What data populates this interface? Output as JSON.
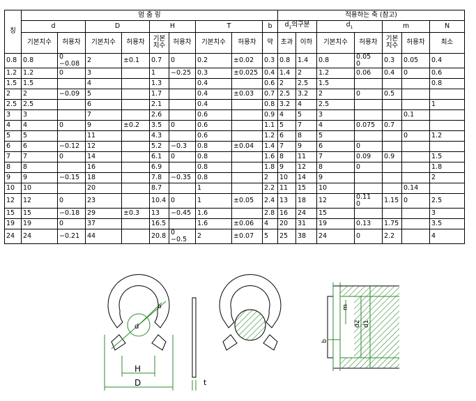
{
  "header": {
    "title_ring": "멈 춤 링",
    "title_shaft": "적용하는 축 (참고)",
    "nominal": "칭",
    "d": "d",
    "D": "D",
    "H": "H",
    "T": "T",
    "b": "b",
    "d1_group_pre": "d",
    "d1_group_sub": "1",
    "d1_group_post": "의구분",
    "d2_pre": "d",
    "d2_sub": "1",
    "m": "m",
    "N": "N",
    "basic": "기본치수",
    "tolerance": "허용차",
    "basic_short": "기본 치수",
    "approx": "약",
    "over": "초과",
    "under": "이하",
    "min": "최소"
  },
  "rows": [
    [
      "0.8",
      "0.8",
      "0\n−0.08",
      "2",
      "±0.1",
      "0.7",
      "0",
      "0.2",
      "±0.02",
      "0.3",
      "0.8",
      "1.4",
      "0.8",
      "0.05\n0",
      "0.3",
      "0.05",
      "0.4"
    ],
    [
      "1.2",
      "1.2",
      "0",
      "3",
      "",
      "1",
      "−0.25",
      "0.3",
      "±0.025",
      "0.4",
      "1.4",
      "2",
      "1.2",
      "0.06",
      "0.4",
      "0",
      "0.6"
    ],
    [
      "1.5",
      "1.5",
      "",
      "4",
      "",
      "1.3",
      "",
      "0.4",
      "",
      "0.6",
      "2",
      "2.5",
      "1.5",
      "",
      "",
      "",
      "0.8"
    ],
    [
      "2",
      "2",
      "−0.09",
      "5",
      "",
      "1.7",
      "",
      "0.4",
      "±0.03",
      "0.7",
      "2.5",
      "3.2",
      "2",
      "0",
      "0.5",
      "",
      ""
    ],
    [
      "2.5",
      "2.5",
      "",
      "6",
      "",
      "2.1",
      "",
      "0.4",
      "",
      "0.8",
      "3.2",
      "4",
      "2.5",
      "",
      "",
      "",
      "1"
    ],
    [
      "3",
      "3",
      "",
      "7",
      "",
      "2.6",
      "",
      "0.6",
      "",
      "0.9",
      "4",
      "5",
      "3",
      "",
      "",
      "0.1",
      ""
    ],
    [
      "4",
      "4",
      "0",
      "9",
      "±0.2",
      "3.5",
      "0",
      "0.6",
      "",
      "1.1",
      "5",
      "7",
      "4",
      "0.075",
      "0.7",
      "",
      ""
    ],
    [
      "5",
      "5",
      "",
      "11",
      "",
      "4.3",
      "",
      "0.6",
      "",
      "1.2",
      "6",
      "8",
      "5",
      "",
      "",
      "0",
      "1.2"
    ],
    [
      "6",
      "6",
      "−0.12",
      "12",
      "",
      "5.2",
      "−0.3",
      "0.8",
      "±0.04",
      "1.4",
      "7",
      "9",
      "6",
      "0",
      "",
      "",
      ""
    ],
    [
      "7",
      "7",
      "0",
      "14",
      "",
      "6.1",
      "0",
      "0.8",
      "",
      "1.6",
      "8",
      "11",
      "7",
      "0.09",
      "0.9",
      "",
      "1.5"
    ],
    [
      "8",
      "8",
      "",
      "16",
      "",
      "6.9",
      "",
      "0.8",
      "",
      "1.8",
      "9",
      "12",
      "8",
      "0",
      "",
      "",
      "1.8"
    ],
    [
      "9",
      "9",
      "−0.15",
      "18",
      "",
      "7.8",
      "−0.35",
      "0.8",
      "",
      "2",
      "10",
      "14",
      "9",
      "",
      "",
      "",
      "2"
    ],
    [
      "10",
      "10",
      "",
      "20",
      "",
      "8.7",
      "",
      "1",
      "",
      "2.2",
      "11",
      "15",
      "10",
      "",
      "",
      "0.14",
      ""
    ],
    [
      "12",
      "12",
      "0",
      "23",
      "",
      "10.4",
      "0",
      "1",
      "±0.05",
      "2.4",
      "13",
      "18",
      "12",
      "0.11\n0",
      "1.15",
      "0",
      "2.5"
    ],
    [
      "15",
      "15",
      "−0.18",
      "29",
      "±0.3",
      "13",
      "−0.45",
      "1.6",
      "",
      "2.8",
      "16",
      "24",
      "15",
      "",
      "",
      "",
      "3"
    ],
    [
      "19",
      "19",
      "0",
      "37",
      "",
      "16.5",
      "",
      "1.6",
      "±0.06",
      "4",
      "20",
      "31",
      "19",
      "0.13",
      "1.75",
      "",
      "3.5"
    ],
    [
      "24",
      "24",
      "−0.21",
      "44",
      "",
      "20.8",
      "0\n−0.5",
      "2",
      "±0.07",
      "5",
      "25",
      "38",
      "24",
      "0",
      "2.2",
      "",
      "4"
    ]
  ],
  "drawing_labels": {
    "d": "d",
    "H": "H",
    "D": "D",
    "t": "t",
    "d2": "d2",
    "d1": "d1",
    "m": "m",
    "b": "b"
  }
}
